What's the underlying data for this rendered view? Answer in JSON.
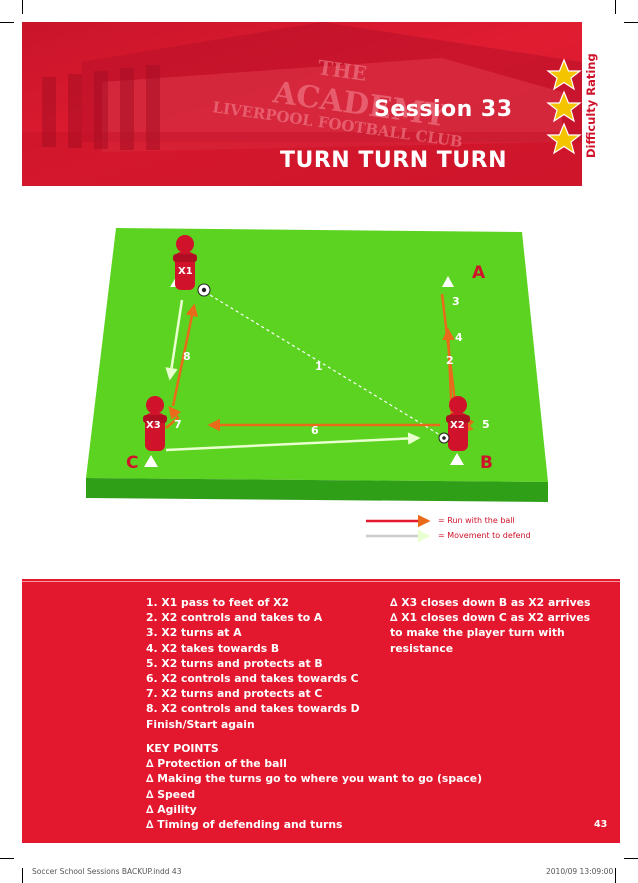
{
  "header": {
    "session_title": "Session 33",
    "session_subtitle": "TURN TURN TURN",
    "rating_label": "Difficulty Rating",
    "rating_stars": 3,
    "bg_text_academy": "THE ACADEMY",
    "bg_text_club": "LIVERPOOL FOOTBALL CLUB"
  },
  "diagram": {
    "players": {
      "x1": "X1",
      "x2": "X2",
      "x3": "X3"
    },
    "cones": {
      "a": "A",
      "b": "B",
      "c": "C"
    },
    "steps": [
      "1",
      "2",
      "3",
      "4",
      "5",
      "6",
      "7",
      "8"
    ]
  },
  "legend": {
    "run_label": "= Run with the ball",
    "move_label": "= Movement to defend"
  },
  "instructions": {
    "steps": [
      "1. X1 pass to feet of X2",
      "2. X2 controls and takes to A",
      "3. X2 turns at A",
      "4. X2 takes towards B",
      "5. X2 turns and protects at B",
      "6. X2 controls and takes towards C",
      "7. X2 turns and protects at C",
      "8. X2 controls and takes towards D",
      "Finish/Start again"
    ],
    "defending": [
      "∆ X3 closes down B as X2 arrives",
      "∆ X1 closes down C as X2 arrives",
      "to make the player turn with",
      "resistance"
    ]
  },
  "key_points": {
    "title": "KEY POINTS",
    "items": [
      "∆ Protection of the ball",
      "∆ Making the turns go  to where you want to go (space)",
      "∆ Speed",
      "∆ Agility",
      "∆ Timing of defending and turns"
    ]
  },
  "page_number": "43",
  "footer": {
    "left": "Soccer School Sessions BACKUP.indd   43",
    "right": "2010/09   13:09:00"
  },
  "colors": {
    "brand_red": "#e3172d",
    "pitch_green": "#5cd321",
    "pitch_edge": "#2f9f18",
    "star_yellow": "#f5c400"
  }
}
